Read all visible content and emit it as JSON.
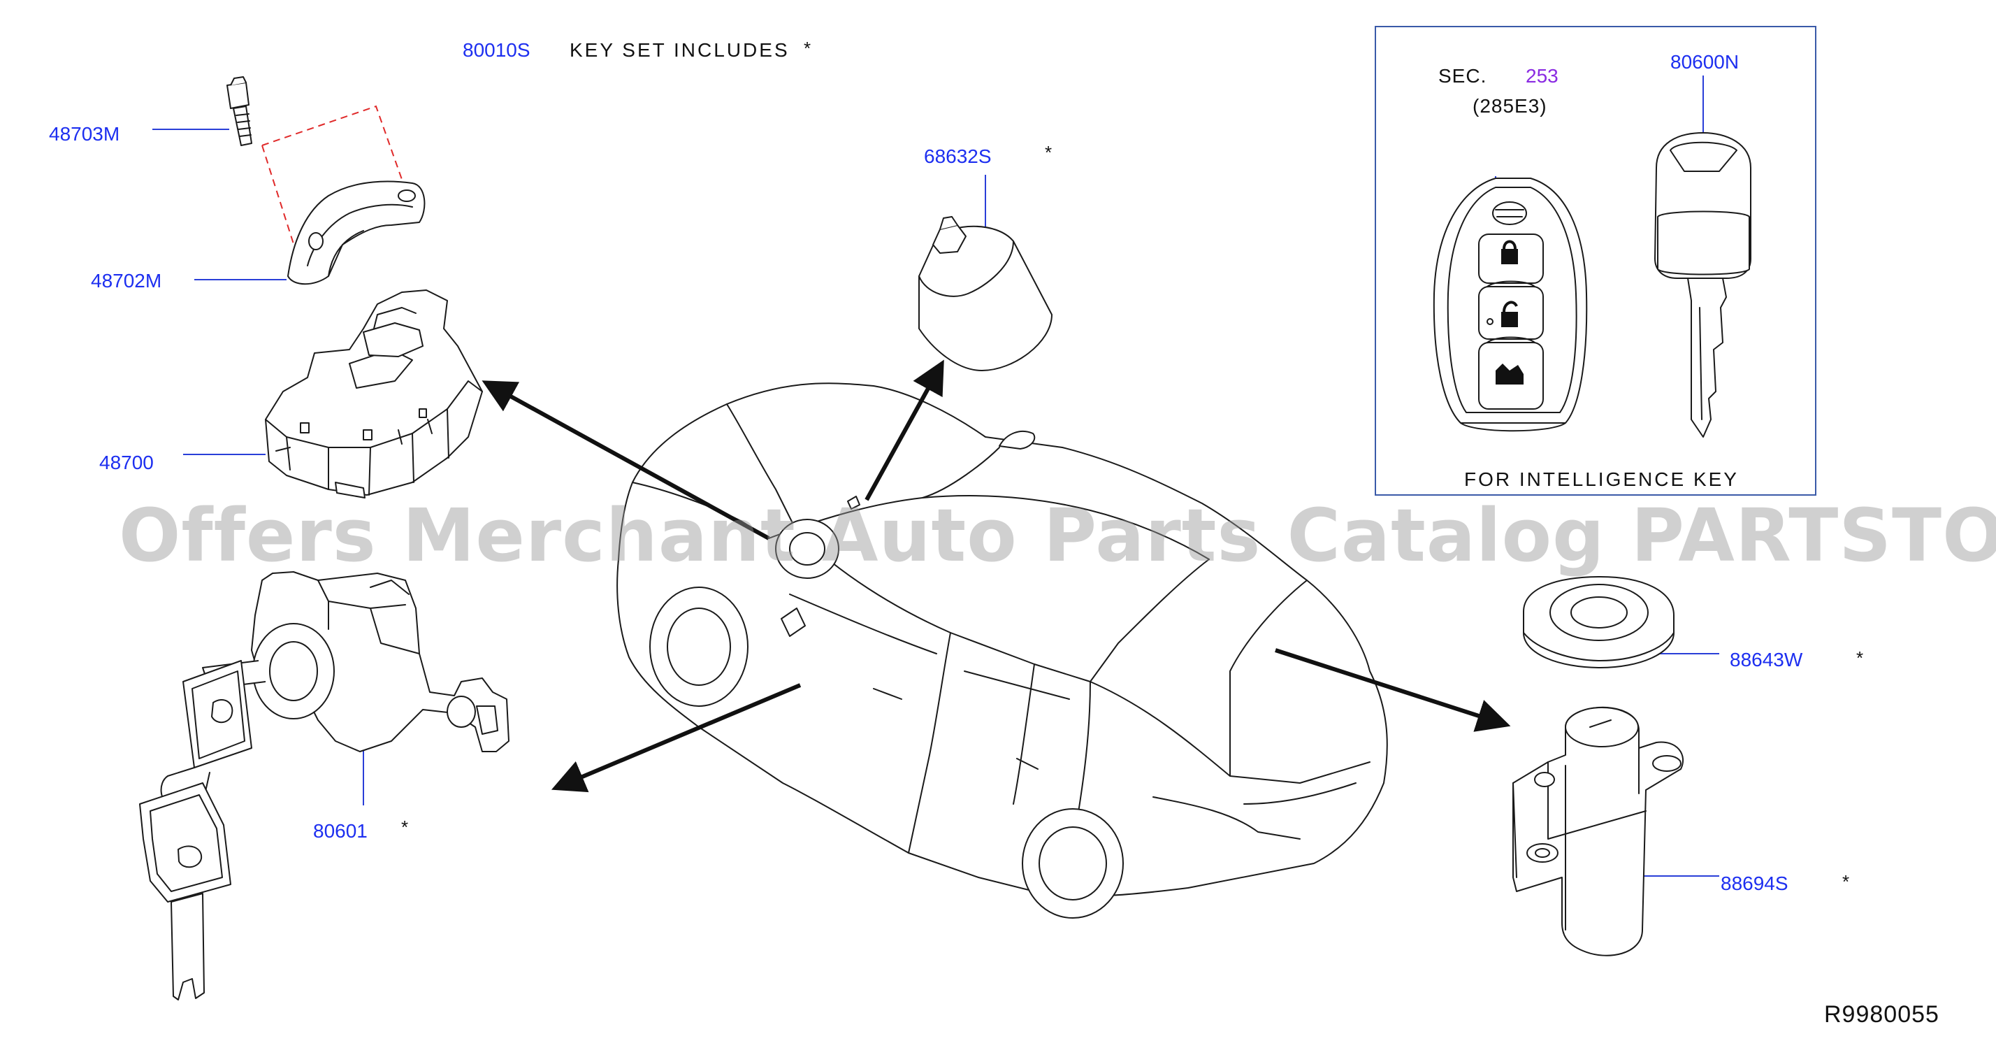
{
  "header": {
    "set_part": "80010S",
    "set_text": "KEY  SET  INCLUDES",
    "set_star": "*"
  },
  "parts": {
    "p48703m": "48703M",
    "p48702m": "48702M",
    "p48700": "48700",
    "p68632s": "68632S",
    "p68632s_star": "*",
    "p80601": "80601",
    "p80601_star": "*",
    "p88643w": "88643W",
    "p88643w_star": "*",
    "p88694s": "88694S",
    "p88694s_star": "*"
  },
  "inset": {
    "sec_prefix": "SEC.",
    "sec_number": "253",
    "sec_code": "(285E3)",
    "key_part": "80600N",
    "caption": "FOR  INTELLIGENCE  KEY"
  },
  "watermark": "Offers Merchant Auto Parts Catalog PARTSTORE.SA",
  "reference": "R9980055",
  "colors": {
    "part_label": "#1d2ff0",
    "section_link": "#8a2be2",
    "inset_border": "#3a5aa8",
    "dashed_guide": "#e02a2a"
  }
}
